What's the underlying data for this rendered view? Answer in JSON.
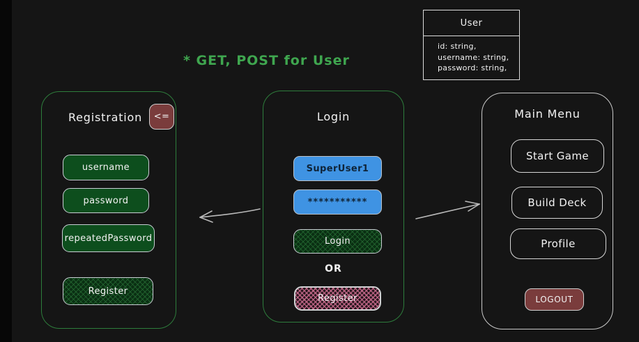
{
  "annotation": {
    "text": "* GET, POST for User"
  },
  "user_entity": {
    "title": "User",
    "fields": [
      "id: string,",
      "username: string,",
      "password: string,"
    ]
  },
  "registration": {
    "title": "Registration",
    "back_label": "<=",
    "inputs": [
      "username",
      "password",
      "repeatedPassword"
    ],
    "register_label": "Register"
  },
  "login": {
    "title": "Login",
    "username_value": "SuperUser1",
    "password_value": "***********",
    "login_label": "Login",
    "or_label": "OR",
    "register_label": "Register"
  },
  "main_menu": {
    "title": "Main Menu",
    "items": [
      "Start Game",
      "Build Deck",
      "Profile"
    ],
    "logout_label": "LOGOUT"
  },
  "colors": {
    "background": "#151515",
    "panel_green_border": "#2e7d3c",
    "annotation_green": "#3fa64f",
    "input_green_fill": "#0d4e1d",
    "input_blue_fill": "#3f93e3",
    "pink_fill": "#c76a8c",
    "maroon_fill": "#7a3c3c",
    "light_border": "#c9ced4"
  }
}
